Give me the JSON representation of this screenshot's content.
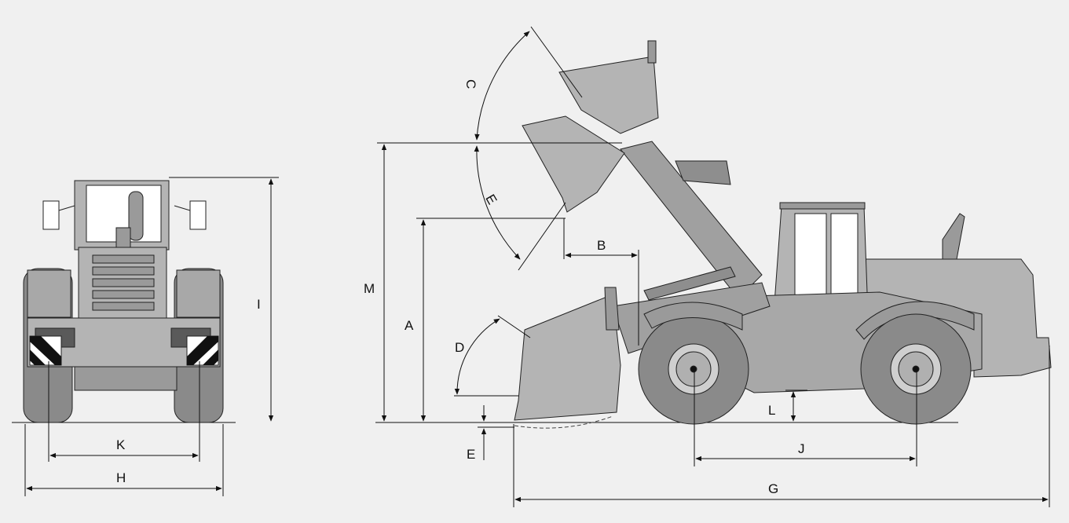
{
  "diagram": {
    "labels": {
      "A": "A",
      "B": "B",
      "C": "C",
      "D": "D",
      "E_top": "E",
      "E_bottom": "E",
      "G": "G",
      "H": "H",
      "I": "I",
      "J": "J",
      "K": "K",
      "L": "L",
      "M": "M"
    },
    "colors": {
      "background": "#f0f0f0",
      "body": "#b4b4b4",
      "body_dark": "#8e8e8e",
      "tire": "#8a8a8a",
      "glass": "#ffffff",
      "line": "#111111"
    },
    "icons": {
      "front_view": "wheel-loader-front-icon",
      "side_view": "wheel-loader-side-icon"
    }
  }
}
